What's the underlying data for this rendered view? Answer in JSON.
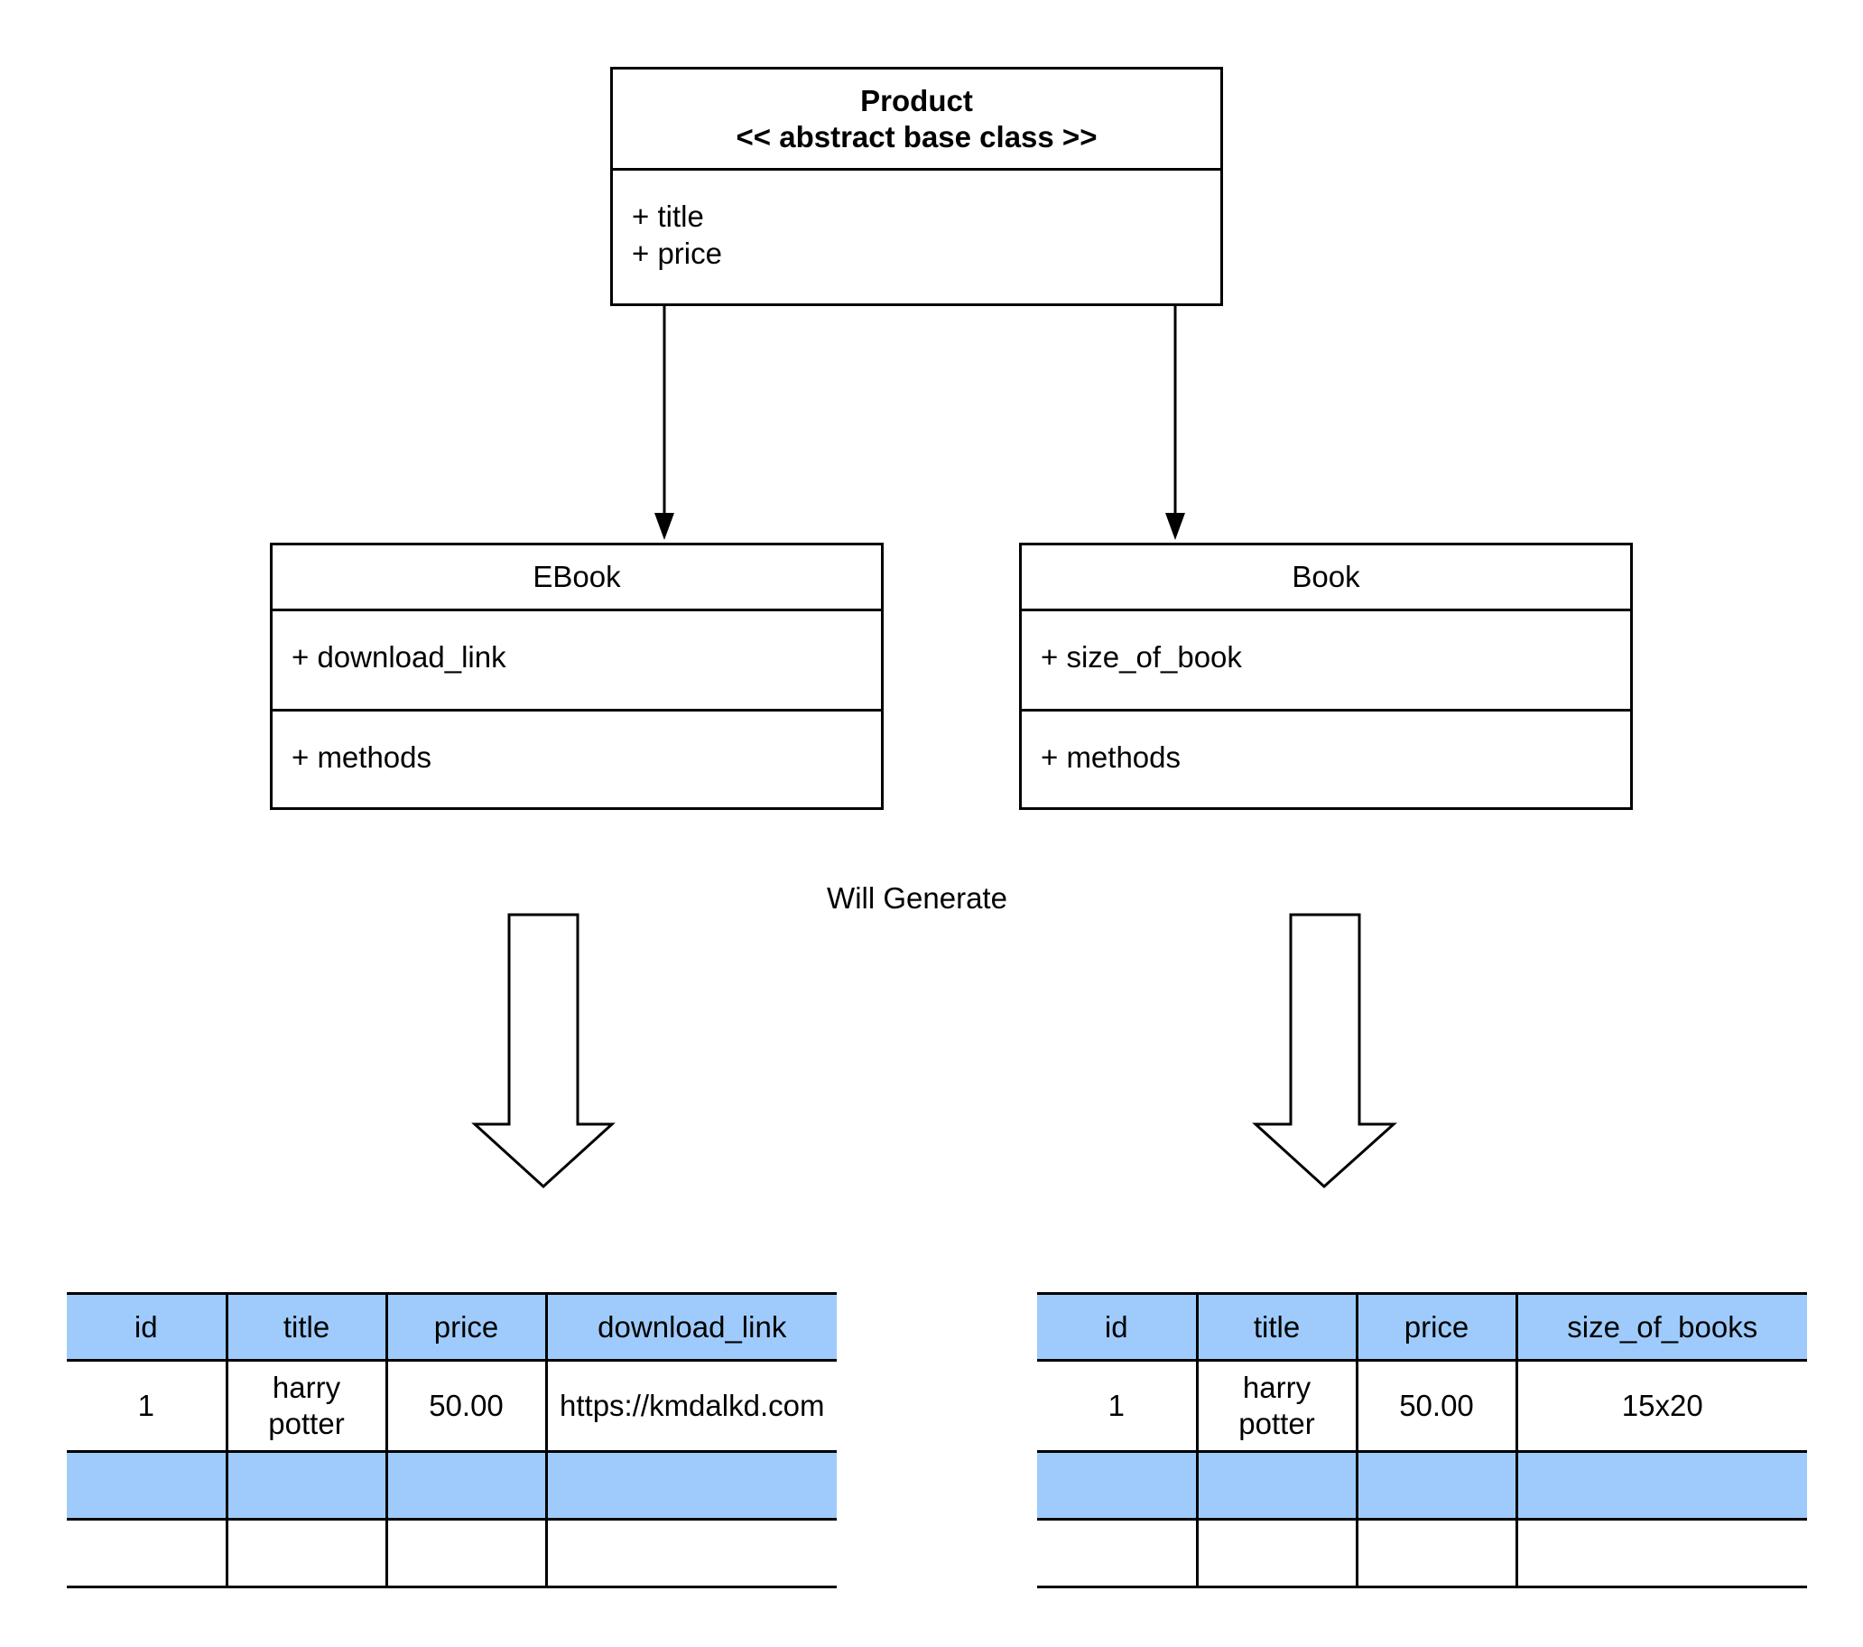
{
  "product": {
    "name": "Product",
    "stereotype": "<< abstract base class >>",
    "attributes": [
      "+ title",
      "+ price"
    ]
  },
  "ebook": {
    "name": "EBook",
    "attribute": "+ download_link",
    "methods": "+ methods"
  },
  "book": {
    "name": "Book",
    "attribute": "+ size_of_book",
    "methods": "+ methods"
  },
  "caption": "Will Generate",
  "ebook_table": {
    "headers": [
      "id",
      "title",
      "price",
      "download_link"
    ],
    "rows": [
      [
        "1",
        "harry potter",
        "50.00",
        "https://kmdalkd.com"
      ],
      [
        "",
        "",
        "",
        ""
      ],
      [
        "",
        "",
        "",
        ""
      ]
    ]
  },
  "book_table": {
    "headers": [
      "id",
      "title",
      "price",
      "size_of_books"
    ],
    "rows": [
      [
        "1",
        "harry potter",
        "50.00",
        "15x20"
      ],
      [
        "",
        "",
        "",
        ""
      ],
      [
        "",
        "",
        "",
        ""
      ]
    ]
  },
  "colors": {
    "table_header": "#9ecbfb",
    "line": "#000000"
  }
}
